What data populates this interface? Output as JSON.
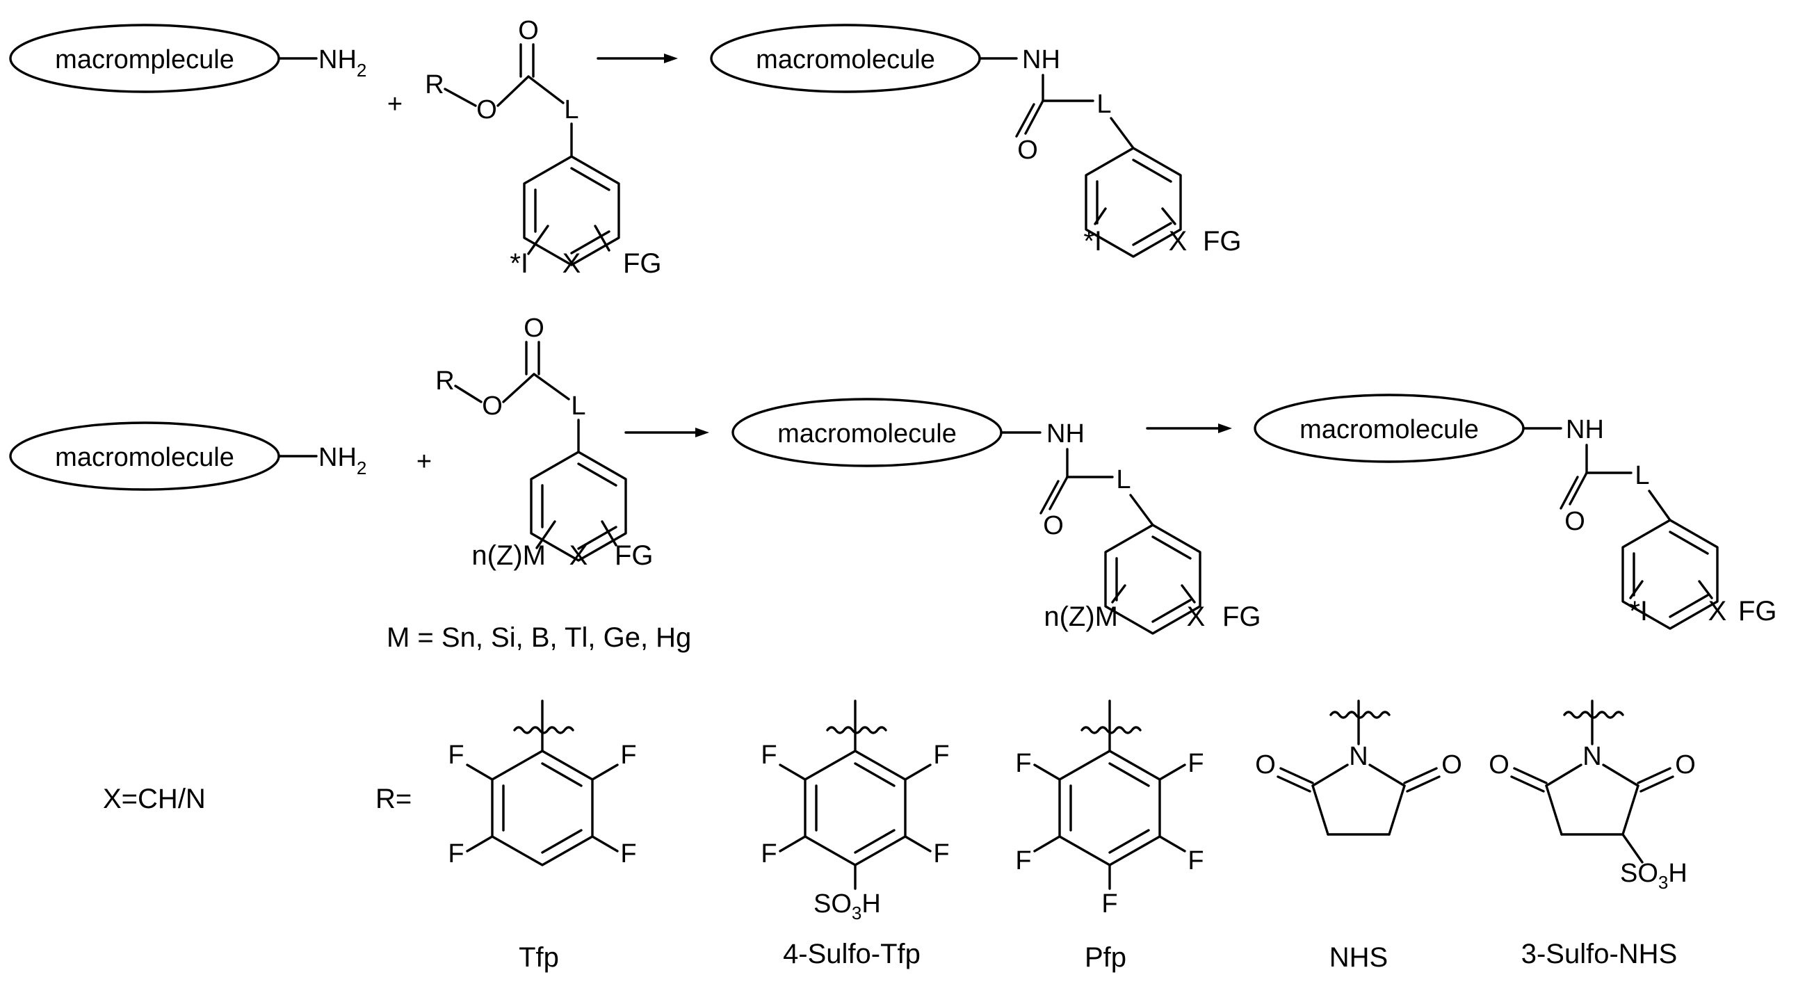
{
  "reaction1": {
    "reactant_oval": "macromplecule",
    "reactant_group": "NH",
    "reactant_group_sub": "2",
    "plus": "+",
    "ester_r": "R",
    "ester_o_single": "O",
    "ester_o_double": "O",
    "linker": "L",
    "ring_sub_left": "*I",
    "ring_sub_x": "X",
    "ring_sub_fg": "FG",
    "product_oval": "macromolecule",
    "product_nh": "NH",
    "product_o": "O",
    "product_l": "L",
    "product_sub_left": "*I",
    "product_sub_x": "X",
    "product_sub_fg": "FG"
  },
  "reaction2": {
    "reactant_oval": "macromolecule",
    "reactant_group": "NH",
    "reactant_group_sub": "2",
    "plus": "+",
    "ester_r": "R",
    "ester_o_single": "O",
    "ester_o_double": "O",
    "linker": "L",
    "ring_sub_left": "n(Z)M",
    "ring_sub_x": "X",
    "ring_sub_fg": "FG",
    "metals_note": "M = Sn, Si, B, Tl, Ge, Hg",
    "intermediate_oval": "macromolecule",
    "intermediate_nh": "NH",
    "intermediate_o": "O",
    "intermediate_l": "L",
    "intermediate_sub_left": "n(Z)M",
    "intermediate_sub_x": "X",
    "intermediate_sub_fg": "FG",
    "product_oval": "macromolecule",
    "product_nh": "NH",
    "product_o": "O",
    "product_l": "L",
    "product_sub_left": "*I",
    "product_sub_x": "X",
    "product_sub_fg": "FG"
  },
  "legend": {
    "x_definition": "X=CH/N",
    "r_definition": "R=",
    "atom_f": "F",
    "atom_n": "N",
    "atom_o": "O",
    "sulfonate_so": "SO",
    "sulfonate_sub": "3",
    "sulfonate_h": "H",
    "groups": [
      "Tfp",
      "4-Sulfo-Tfp",
      "Pfp",
      "NHS",
      "3-Sulfo-NHS"
    ]
  }
}
